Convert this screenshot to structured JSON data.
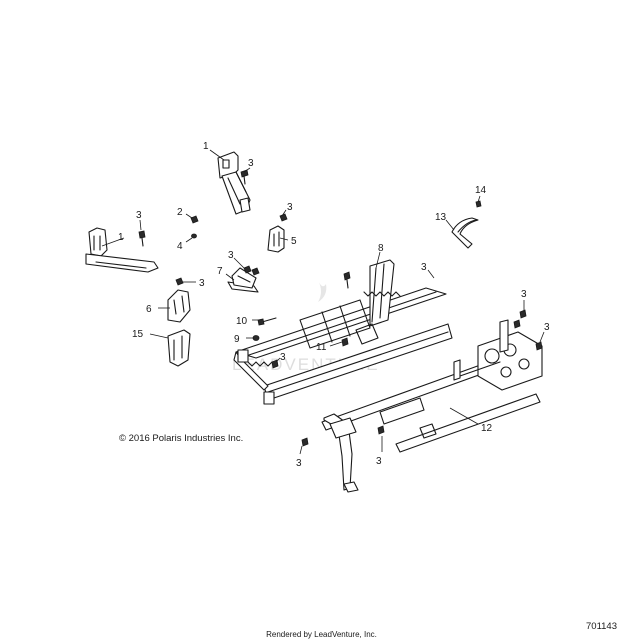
{
  "copyright": "© 2016 Polaris Industries Inc.",
  "diagram_id": "701143",
  "rendered_by": "Rendered by LeadVenture, Inc.",
  "watermark": "LEADVENTURE",
  "callouts": {
    "c1_upper": "1",
    "c3_upper": "3",
    "c2": "2",
    "c3_left": "3",
    "c1_left": "1",
    "c4": "4",
    "c3_b5": "3",
    "c5": "5",
    "c3_b7": "3",
    "c7": "7",
    "c3_b6": "3",
    "c6": "6",
    "c15": "15",
    "c10": "10",
    "c9": "9",
    "c3_mid": "3",
    "c8": "8",
    "c11": "11",
    "c3_right8": "3",
    "c14": "14",
    "c13": "13",
    "c3_rear1": "3",
    "c3_rear2": "3",
    "c12": "12",
    "c3_bottom_left": "3",
    "c3_bottom_mid": "3"
  }
}
